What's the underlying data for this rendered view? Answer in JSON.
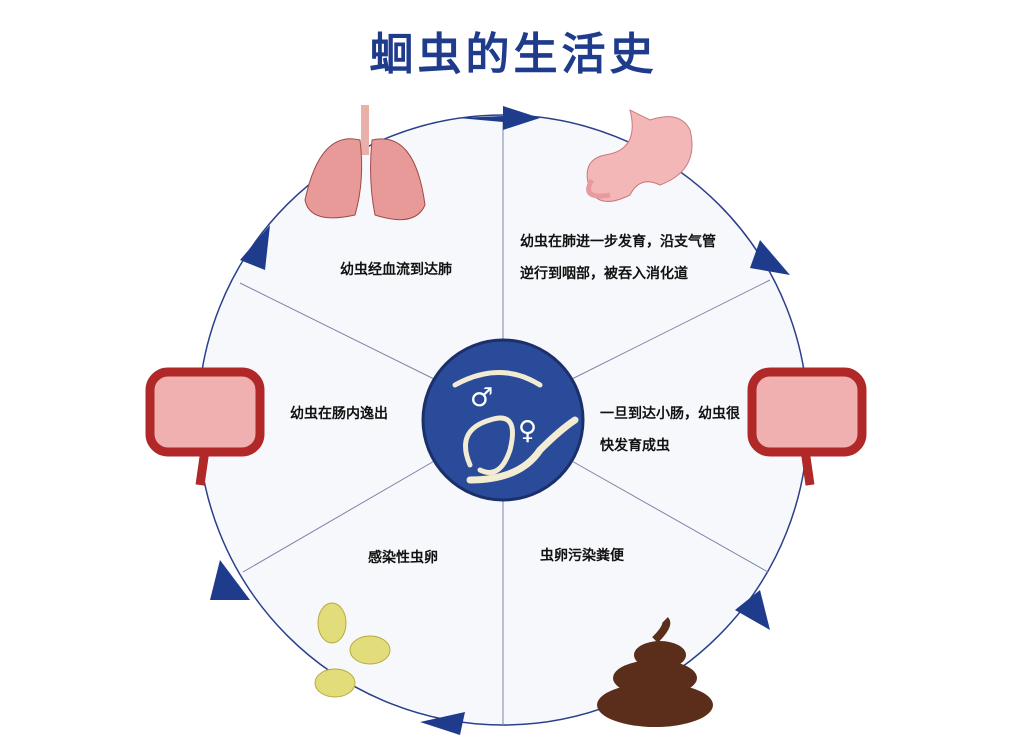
{
  "title": "蛔虫的生活史",
  "stages": {
    "lung": "幼虫经血流到达肺",
    "swallow": "幼虫在肺进一步发育，沿支气管逆行到咽部，被吞入消化道",
    "intestine_adult": "一旦到达小肠，幼虫很快发育成虫",
    "feces": "虫卵污染粪便",
    "eggs": "感染性虫卵",
    "hatch": "幼虫在肠内逸出"
  },
  "center": {
    "male_symbol": "♂",
    "female_symbol": "♀"
  },
  "colors": {
    "accent": "#1f3b8c",
    "disc": "#2a4a9a",
    "line": "#5a6a9a"
  }
}
